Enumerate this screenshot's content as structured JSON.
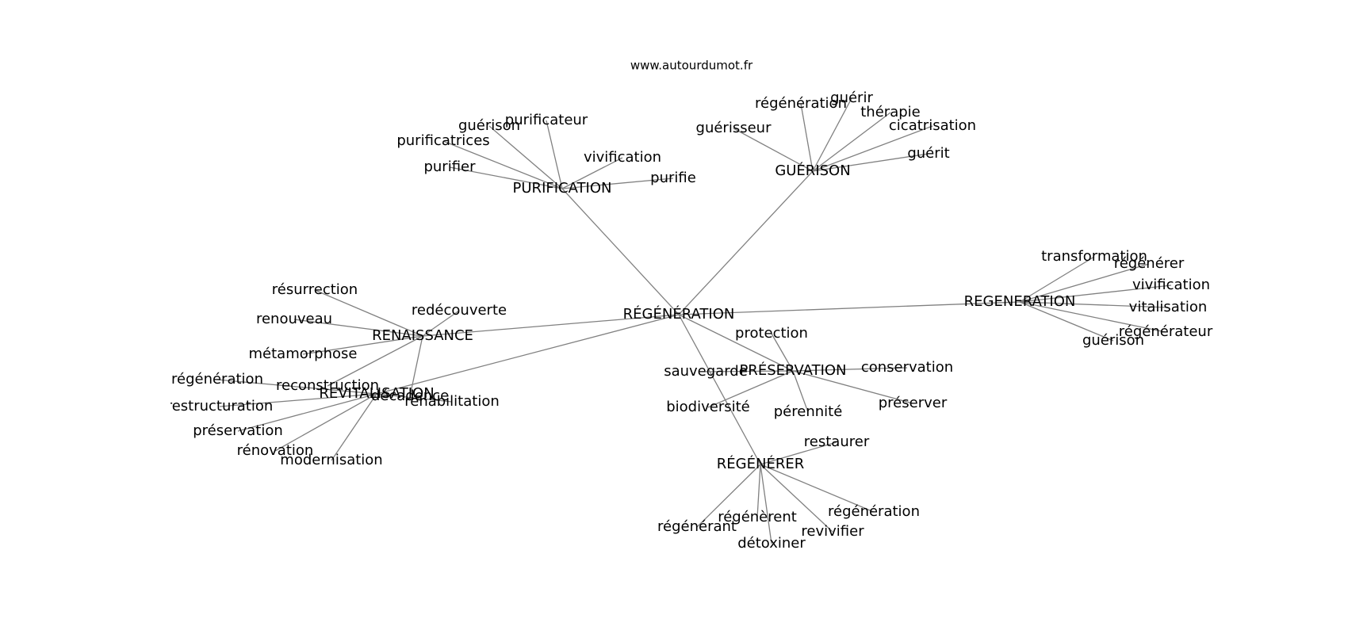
{
  "site": "www.autourdumot.fr",
  "edge_color": "#808080",
  "center": "RÉGÉNÉRATION",
  "hubs": [
    {
      "id": "purification",
      "label": "PURIFICATION",
      "leaves": [
        "guérison",
        "purificateur",
        "purificatrices",
        "purifier",
        "vivification",
        "purifie"
      ]
    },
    {
      "id": "guerison",
      "label": "GUÉRISON",
      "leaves": [
        "régénération",
        "guérir",
        "thérapie",
        "guérisseur",
        "cicatrisation",
        "guérit"
      ]
    },
    {
      "id": "regeneration",
      "label": "REGENERATION",
      "leaves": [
        "transformation",
        "régénérer",
        "vivification",
        "vitalisation",
        "régénérateur",
        "guérison"
      ]
    },
    {
      "id": "renaissance",
      "label": "RENAISSANCE",
      "leaves": [
        "résurrection",
        "redécouverte",
        "renouveau",
        "métamorphose",
        "reconstruction",
        "décadence"
      ]
    },
    {
      "id": "revitalisation",
      "label": "REVITALISATION",
      "leaves": [
        "régénération",
        "restructuration",
        "réhabilitation",
        "préservation",
        "rénovation",
        "modernisation"
      ]
    },
    {
      "id": "preservation",
      "label": "PRÉSERVATION",
      "leaves": [
        "protection",
        "sauvegarde",
        "conservation",
        "biodiversité",
        "pérennité",
        "préserver"
      ]
    },
    {
      "id": "regenerer",
      "label": "RÉGÉNÉRER",
      "leaves": [
        "restaurer",
        "régénération",
        "régénèrent",
        "régénérant",
        "revivifier",
        "détoxiner"
      ]
    }
  ]
}
